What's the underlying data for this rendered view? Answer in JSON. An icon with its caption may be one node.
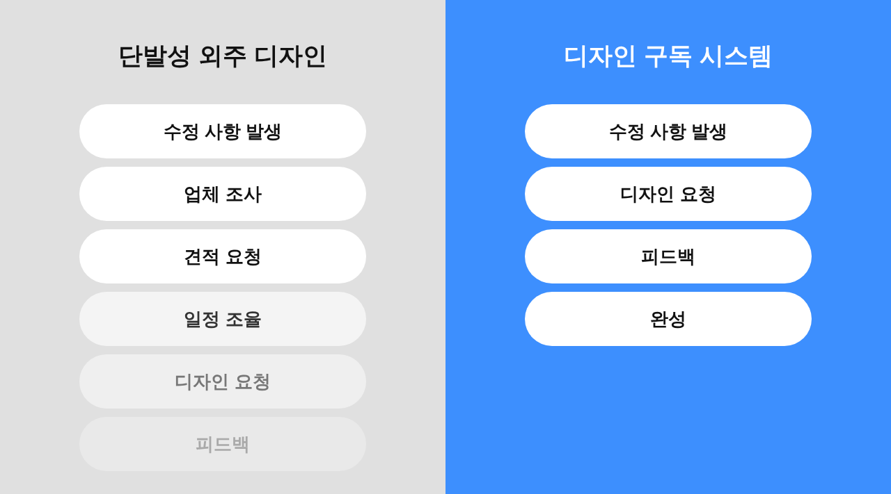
{
  "diagram": {
    "nodes": [
      {
        "text": [
          "단발성 외주 디자인"
        ]
      },
      {
        "text": [
          "수정 사항 발생"
        ],
        "in": 0
      },
      {
        "text": [
          "업체 조사"
        ],
        "in": 0
      },
      {
        "text": [
          "견적 요청"
        ],
        "in": 0
      },
      {
        "text": [
          "일정 조율"
        ],
        "in": 0
      },
      {
        "text": [
          "디자인 요청"
        ],
        "in": 0
      },
      {
        "text": [
          "피드백"
        ],
        "in": 0
      },
      {
        "text": [
          "디자인 구독 시스템"
        ]
      },
      {
        "text": [
          "수정 사항 발생"
        ],
        "in": 7
      },
      {
        "text": [
          "디자인 요청"
        ],
        "in": 7
      },
      {
        "text": [
          "피드백"
        ],
        "in": 7
      },
      {
        "text": [
          "완성"
        ],
        "in": 7
      }
    ]
  }
}
